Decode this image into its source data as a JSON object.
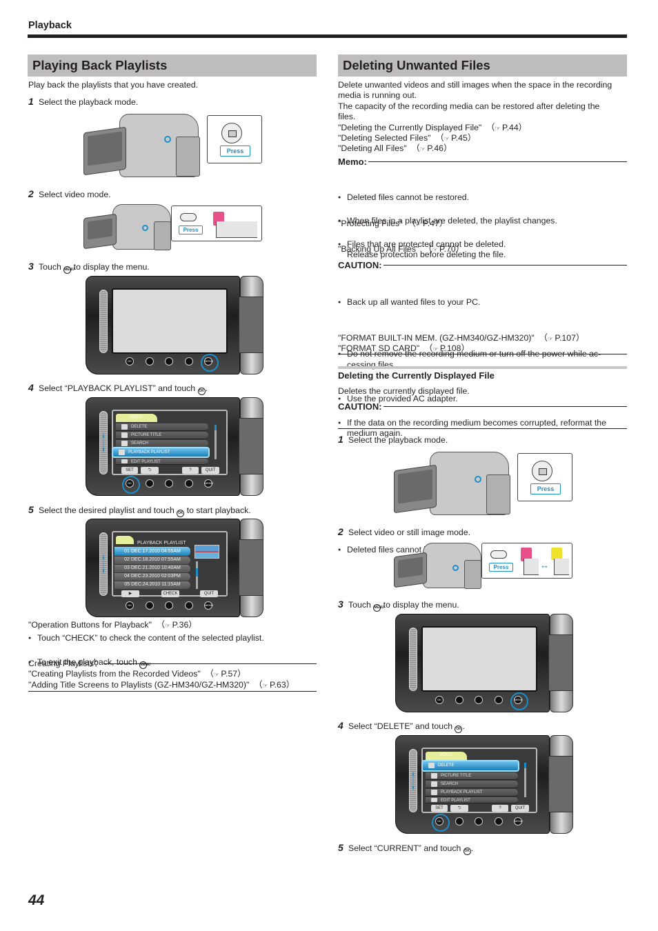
{
  "header": {
    "section": "Playback"
  },
  "left": {
    "title": "Playing Back Playlists",
    "intro": "Play back the playlists that you have created.",
    "steps": [
      {
        "num": "1",
        "text": "Select the playback mode."
      },
      {
        "num": "2",
        "text": "Select video mode."
      },
      {
        "num": "3",
        "pre": "Touch ",
        "icon": "MENU",
        "post": " to display the menu."
      },
      {
        "num": "4",
        "pre": "Select “PLAYBACK PLAYLIST” and touch ",
        "icon": "OK",
        "post": "."
      },
      {
        "num": "5",
        "pre": "Select the desired playlist and touch ",
        "icon": "OK",
        "post": " to start playback."
      }
    ],
    "illustrations": {
      "press_label": "Press",
      "menu_buttons": [
        "OK",
        "",
        "",
        "",
        "MENU"
      ],
      "menu_tab": "VIDEO",
      "menu_items": [
        "DELETE",
        "PICTURE TITLE",
        "SEARCH",
        "PLAYBACK PLAYLIST",
        "EDIT PLAYLIST"
      ],
      "menu_selected": "PLAYBACK PLAYLIST",
      "soft_buttons": [
        "SET",
        "⮌",
        "?",
        "QUIT"
      ],
      "playlist_title": "PLAYBACK PLAYLIST",
      "playlists": [
        "01 DEC.17.2010 04:55AM",
        "02 DEC.18.2010 07:55AM",
        "03 DEC.21.2010 10:40AM",
        "04 DEC.23.2010 02:03PM",
        "05 DEC.24.2010 11:15AM"
      ],
      "playlist_selected": "01 DEC.17.2010 04:55AM",
      "playlist_buttons": [
        "▶",
        "CHECK",
        "QUIT"
      ]
    },
    "ref_operation": {
      "text": "\"Operation Buttons for Playback\"",
      "page": "P.36"
    },
    "bullets": [
      {
        "text": "Touch “CHECK” to check the content of the selected playlist."
      },
      {
        "pre": "To exit the playback, touch ",
        "icon": "MENU",
        "post": "."
      }
    ],
    "creating": {
      "label": "Creating Playlists：",
      "refs": [
        {
          "text": "\"Creating Playlists from the Recorded Videos\"",
          "page": "P.57"
        },
        {
          "text": "\"Adding Title Screens to Playlists (GZ-HM340/GZ-HM320)\"",
          "page": "P.63"
        }
      ]
    }
  },
  "right": {
    "title": "Deleting Unwanted Files",
    "intro_lines": [
      "Delete unwanted videos and still images when the space in the recording",
      "media is running out.",
      "The capacity of the recording media can be restored after deleting the",
      "files."
    ],
    "refs": [
      {
        "text": "\"Deleting the Currently Displayed File\"",
        "page": "P.44"
      },
      {
        "text": "\"Deleting Selected Files\"",
        "page": "P.45"
      },
      {
        "text": "\"Deleting All Files\"",
        "page": "P.46"
      }
    ],
    "memo": {
      "label": "Memo:",
      "b1": "Deleted files cannot be restored.",
      "b2": "When files in a playlist are deleted, the playlist changes.",
      "b3a": "Files that are protected cannot be deleted.",
      "b3b": "Release protection before deleting the file.",
      "ref1": {
        "text": "\"Protecting Files\"",
        "page": "P.47"
      },
      "b4": "Back up all wanted files to your PC.",
      "ref2": {
        "text": "\"Backing Up All Files\"",
        "page": "P.70"
      }
    },
    "caution": {
      "label": "CAUTION:",
      "b1a": "Do not remove the recording medium or turn off the power while ac-",
      "b1b": "cessing files.",
      "b2": "Use the provided AC adapter.",
      "b3a": "If the data on the recording medium becomes corrupted, reformat the",
      "b3b": "medium again.",
      "ref1": {
        "text": "\"FORMAT BUILT-IN MEM. (GZ-HM340/GZ-HM320)\"",
        "page": "P.107"
      },
      "ref2": {
        "text": "\"FORMAT SD CARD\"",
        "page": "P.108"
      }
    },
    "sub": {
      "title": "Deleting the Currently Displayed File",
      "intro": "Deletes the currently displayed file.",
      "caution_label": "CAUTION:",
      "caution_b1": "Deleted files cannot be restored.",
      "steps": [
        {
          "num": "1",
          "text": "Select the playback mode."
        },
        {
          "num": "2",
          "text": "Select video or still image mode."
        },
        {
          "num": "3",
          "pre": "Touch ",
          "icon": "MENU",
          "post": " to display the menu."
        },
        {
          "num": "4",
          "pre": "Select “DELETE” and touch ",
          "icon": "OK",
          "post": "."
        },
        {
          "num": "5",
          "pre": "Select “CURRENT” and touch ",
          "icon": "OK",
          "post": "."
        }
      ],
      "menu_selected": "DELETE",
      "mode_arrow": "↔"
    }
  },
  "ref_icon": "☞",
  "page_number": "44"
}
